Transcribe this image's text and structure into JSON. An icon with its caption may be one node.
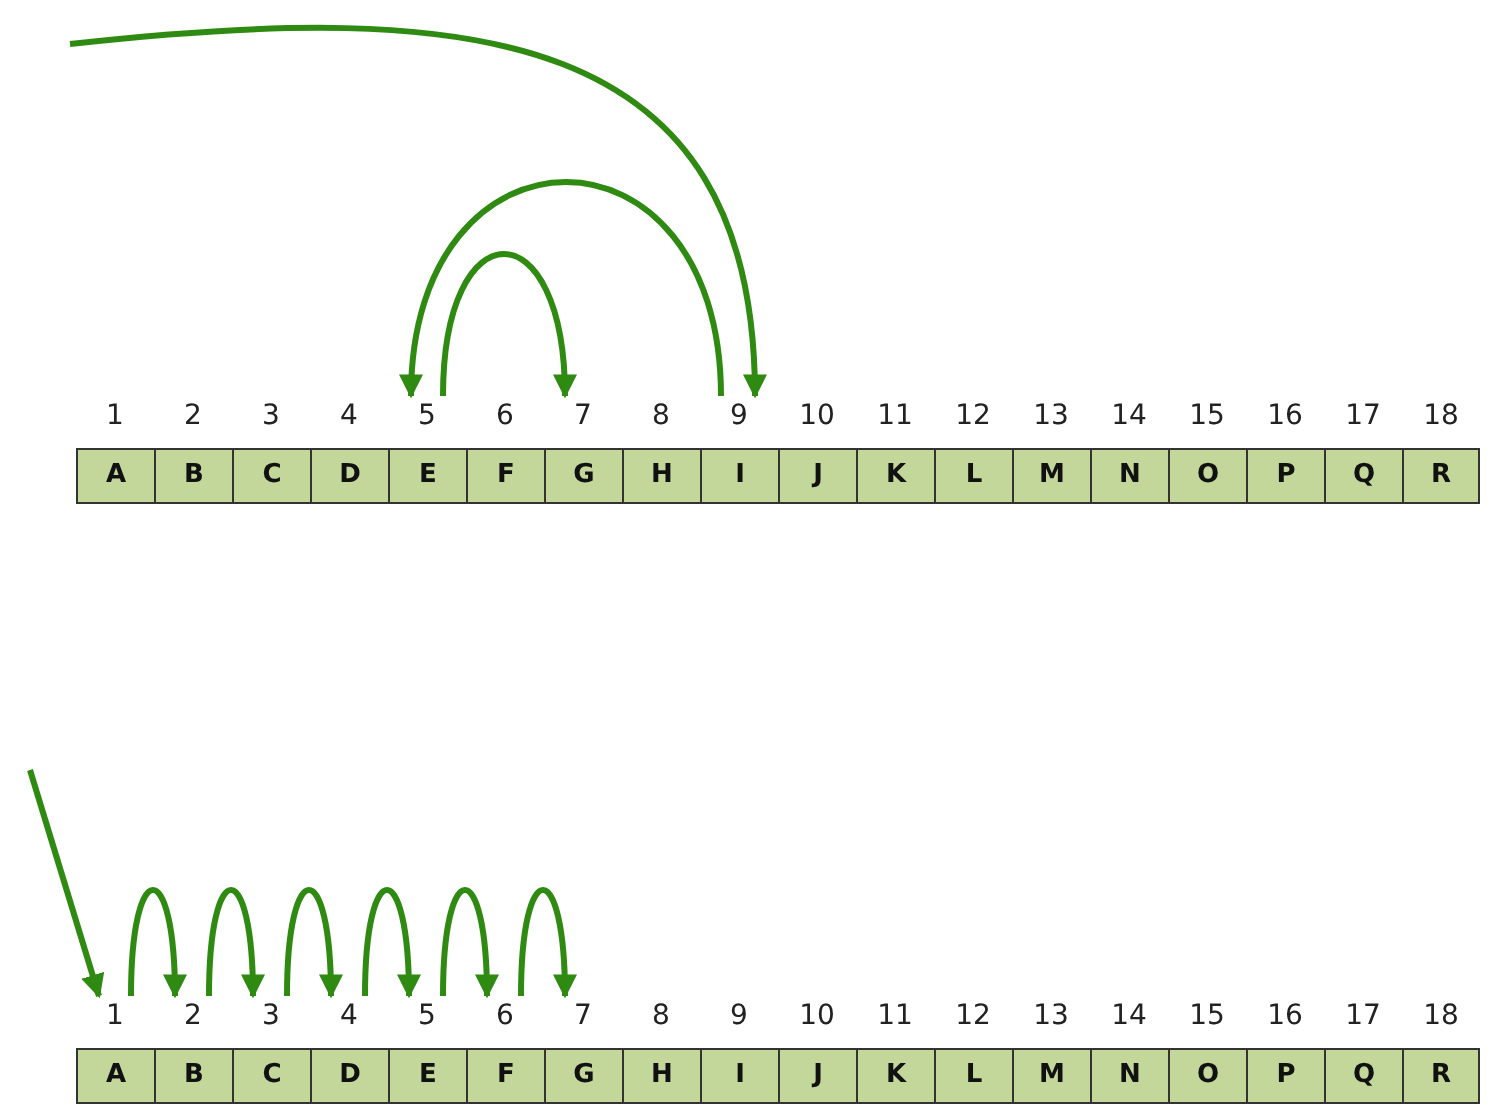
{
  "diagram": {
    "nodes": [
      {
        "text": [
          "A"
        ],
        "beside": [
          "1"
        ]
      },
      {
        "text": [
          "B"
        ],
        "beside": [
          "2"
        ]
      },
      {
        "text": [
          "C"
        ],
        "beside": [
          "3"
        ]
      },
      {
        "text": [
          "D"
        ],
        "beside": [
          "4"
        ]
      },
      {
        "text": [
          "E"
        ],
        "beside": [
          "5"
        ]
      },
      {
        "text": [
          "F"
        ],
        "beside": [
          "6"
        ]
      },
      {
        "text": [
          "G"
        ],
        "beside": [
          "7"
        ]
      },
      {
        "text": [
          "H"
        ],
        "beside": [
          "8"
        ]
      },
      {
        "text": [
          "I"
        ],
        "beside": [
          "9"
        ]
      },
      {
        "text": [
          "J"
        ],
        "beside": [
          "10"
        ]
      },
      {
        "text": [
          "K"
        ],
        "beside": [
          "11"
        ]
      },
      {
        "text": [
          "L"
        ],
        "beside": [
          "12"
        ]
      },
      {
        "text": [
          "M"
        ],
        "beside": [
          "13"
        ]
      },
      {
        "text": [
          "N"
        ],
        "beside": [
          "14"
        ]
      },
      {
        "text": [
          "O"
        ],
        "beside": [
          "15"
        ]
      },
      {
        "text": [
          "P"
        ],
        "beside": [
          "16"
        ]
      },
      {
        "text": [
          "Q"
        ],
        "beside": [
          "17"
        ]
      },
      {
        "text": [
          "R"
        ],
        "beside": [
          "18"
        ]
      },
      {
        "text": [
          "A"
        ],
        "beside": [
          "1"
        ]
      },
      {
        "text": [
          "B"
        ],
        "beside": [
          "2"
        ]
      },
      {
        "text": [
          "C"
        ],
        "beside": [
          "3"
        ]
      },
      {
        "text": [
          "D"
        ],
        "beside": [
          "4"
        ]
      },
      {
        "text": [
          "E"
        ],
        "beside": [
          "5"
        ]
      },
      {
        "text": [
          "F"
        ],
        "beside": [
          "6"
        ]
      },
      {
        "text": [
          "G"
        ],
        "beside": [
          "7"
        ]
      },
      {
        "text": [
          "H"
        ],
        "beside": [
          "8"
        ]
      },
      {
        "text": [
          "I"
        ],
        "beside": [
          "9"
        ]
      },
      {
        "text": [
          "J"
        ],
        "beside": [
          "10"
        ]
      },
      {
        "text": [
          "K"
        ],
        "beside": [
          "11"
        ]
      },
      {
        "text": [
          "L"
        ],
        "beside": [
          "12"
        ]
      },
      {
        "text": [
          "M"
        ],
        "beside": [
          "13"
        ]
      },
      {
        "text": [
          "N"
        ],
        "beside": [
          "14"
        ]
      },
      {
        "text": [
          "O"
        ],
        "beside": [
          "15"
        ]
      },
      {
        "text": [
          "P"
        ],
        "beside": [
          "16"
        ]
      },
      {
        "text": [
          "Q"
        ],
        "beside": [
          "17"
        ]
      },
      {
        "text": [
          "R"
        ],
        "beside": [
          "18"
        ]
      }
    ],
    "edges": [
      {
        "from": null,
        "to": 8,
        "arrow": "to"
      },
      {
        "from": 8,
        "to": 4,
        "arrow": "to"
      },
      {
        "from": 4,
        "to": 6,
        "arrow": "to"
      },
      {
        "from": null,
        "to": 18,
        "arrow": "to"
      },
      {
        "from": 18,
        "to": 19,
        "arrow": "to"
      },
      {
        "from": 19,
        "to": 20,
        "arrow": "to"
      },
      {
        "from": 20,
        "to": 21,
        "arrow": "to"
      },
      {
        "from": 21,
        "to": 22,
        "arrow": "to"
      },
      {
        "from": 22,
        "to": 23,
        "arrow": "to"
      },
      {
        "from": 23,
        "to": 24,
        "arrow": "to"
      }
    ]
  }
}
